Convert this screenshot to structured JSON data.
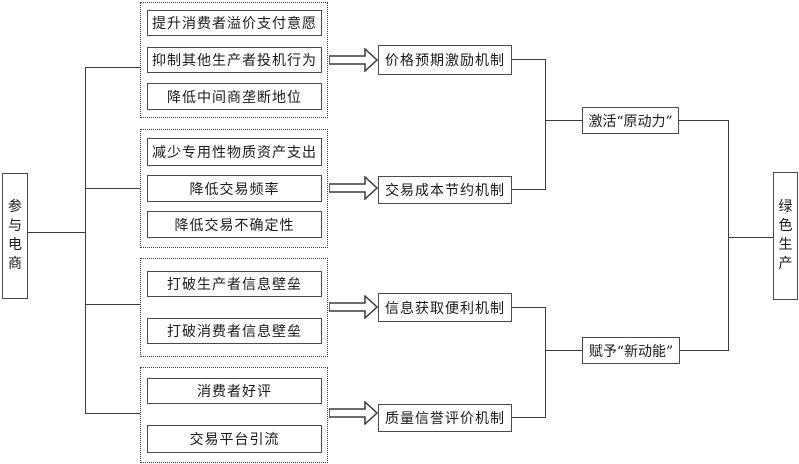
{
  "diagram": {
    "left_node": {
      "label": "参与电商"
    },
    "right_node": {
      "label": "绿色生产"
    },
    "groups": [
      {
        "items": [
          "提升消费者溢价支付意愿",
          "抑制其他生产者投机行为",
          "降低中间商垄断地位"
        ]
      },
      {
        "items": [
          "减少专用性物质资产支出",
          "降低交易频率",
          "降低交易不确定性"
        ]
      },
      {
        "items": [
          "打破生产者信息壁垒",
          "打破消费者信息壁垒"
        ]
      },
      {
        "items": [
          "消费者好评",
          "交易平台引流"
        ]
      }
    ],
    "mechanisms": [
      "价格预期激励机制",
      "交易成本节约机制",
      "信息获取便利机制",
      "质量信誉评价机制"
    ],
    "outcomes": [
      "激活“原动力”",
      "赋予“新动能”"
    ],
    "colors": {
      "line": "#3c3c3c",
      "background": "#ffffff",
      "text": "#1a1a1a"
    }
  }
}
